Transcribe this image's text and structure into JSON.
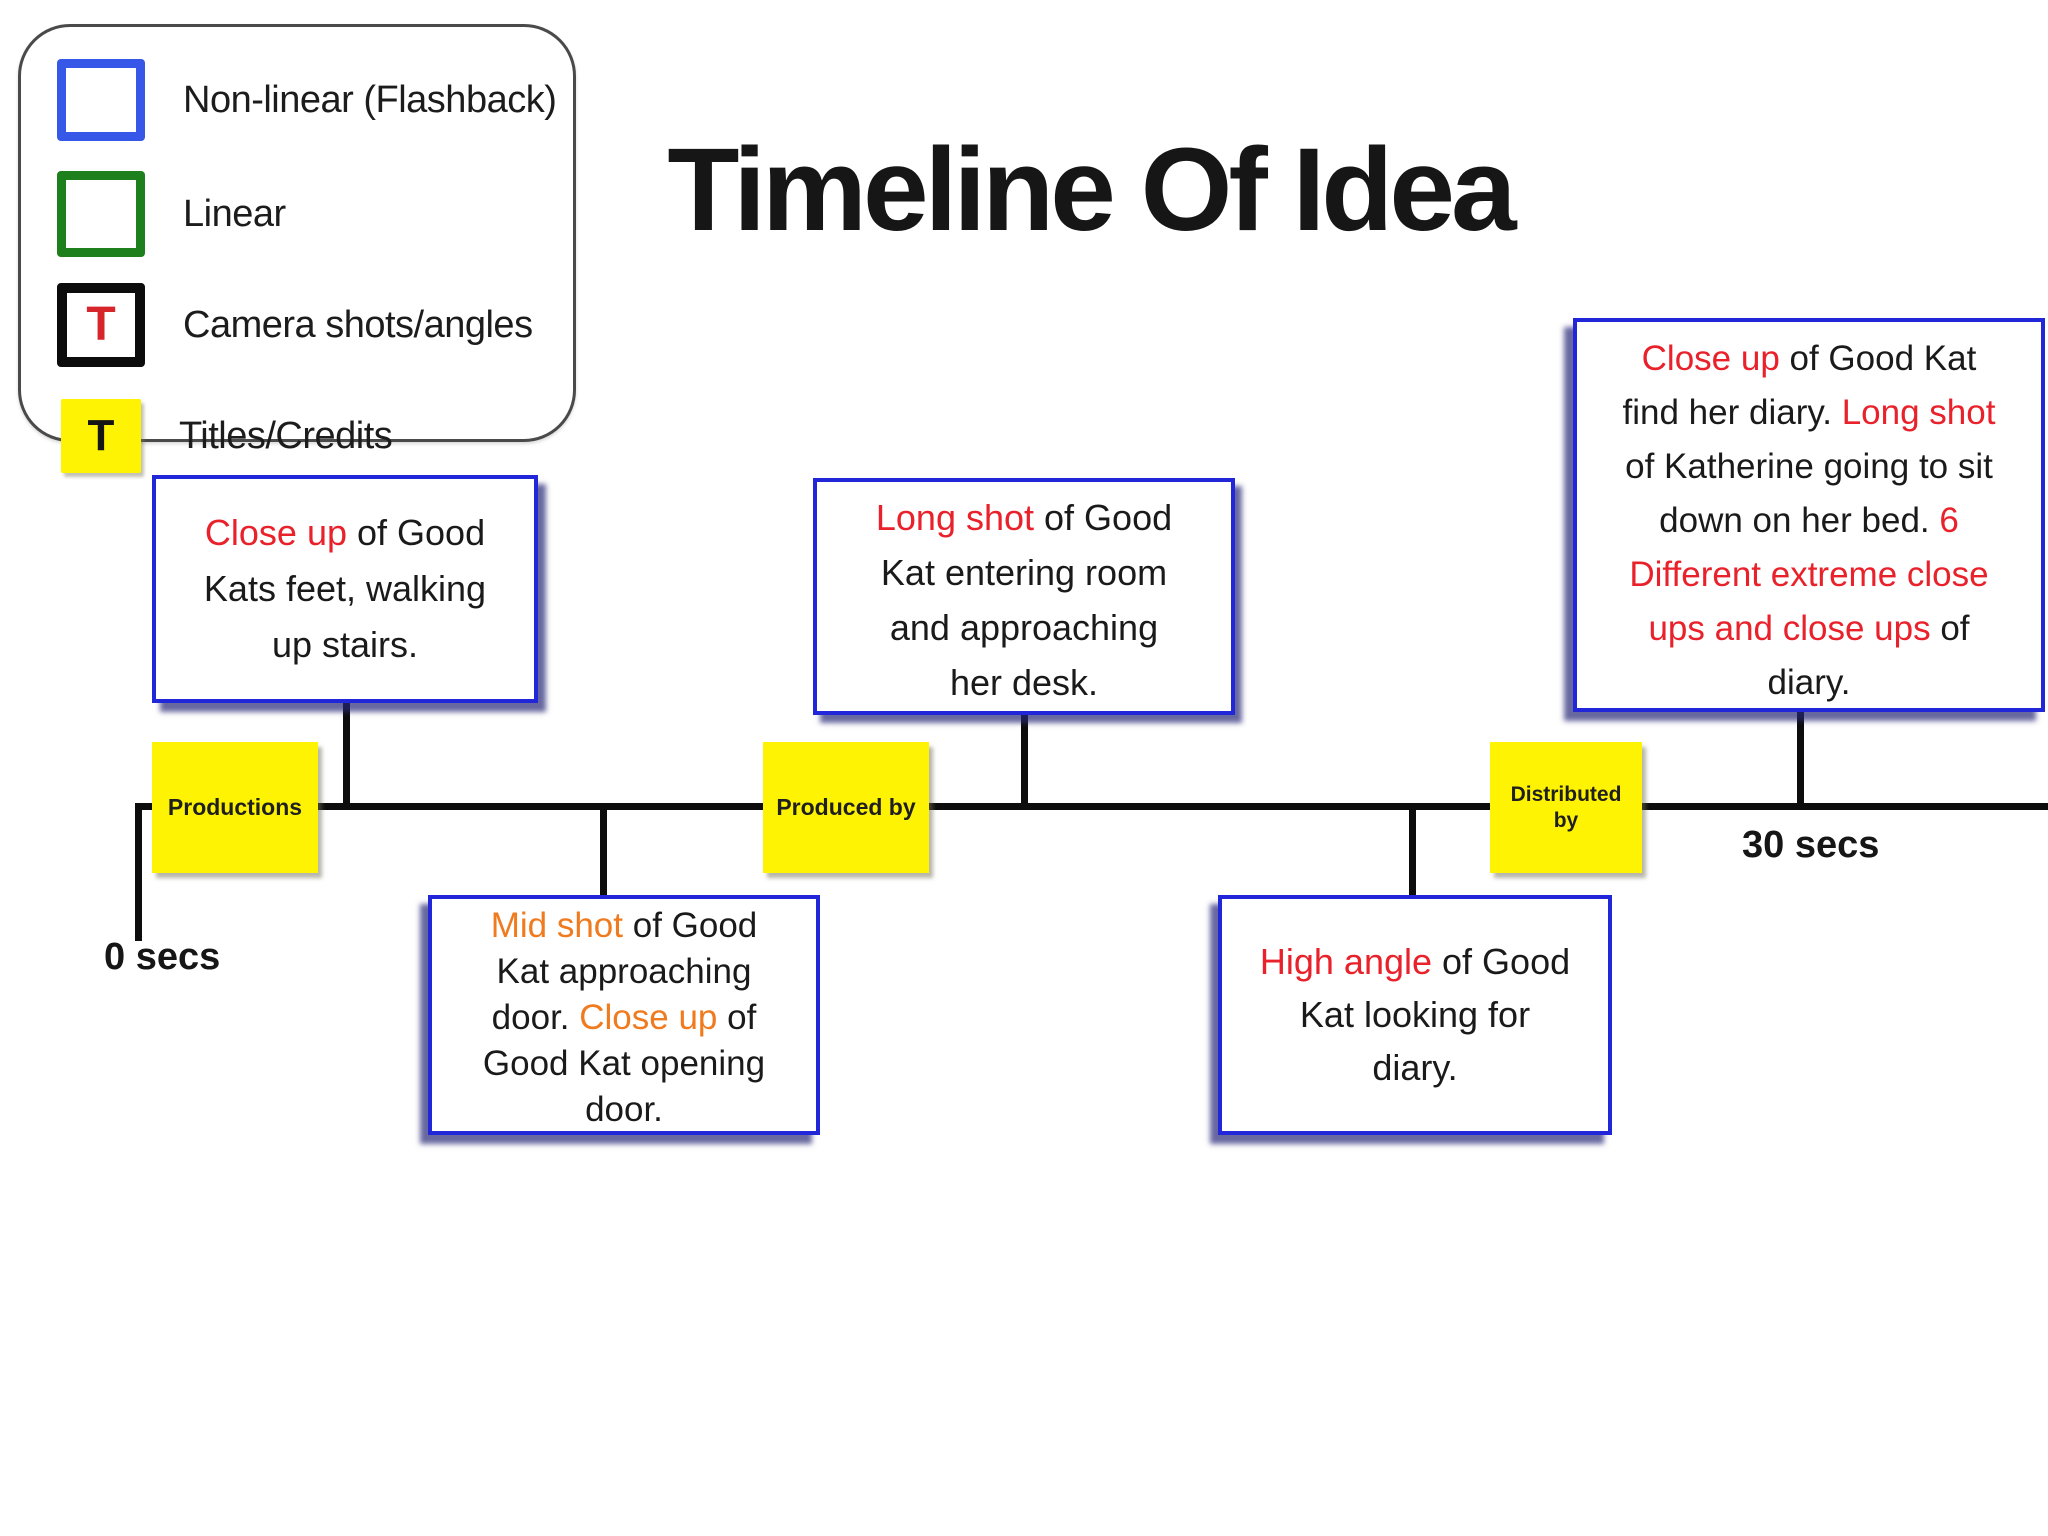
{
  "title": "Timeline Of Idea",
  "colors": {
    "red": "#e8212a",
    "orange": "#f07a1e",
    "black": "#1a1a1a",
    "note_border_blue": "#2127d8",
    "legend_blue": "#3757e8",
    "legend_green": "#1d801d",
    "stage_yellow": "#fdf303",
    "line_black": "#0d0d0d"
  },
  "legend": {
    "items": [
      {
        "swatch": "blue-outline",
        "glyph": "",
        "label": "Non-linear (Flashback)"
      },
      {
        "swatch": "green-outline",
        "glyph": "",
        "label": "Linear"
      },
      {
        "swatch": "black-outline",
        "glyph": "T",
        "label": "Camera shots/angles"
      },
      {
        "swatch": "yellow-fill",
        "glyph": "T",
        "label": "Titles/Credits"
      }
    ]
  },
  "timeline": {
    "start_label": "0 secs",
    "end_label": "30 secs",
    "stages": [
      {
        "label": "Productions"
      },
      {
        "label": "Produced by"
      },
      {
        "label": "Distributed by"
      }
    ]
  },
  "notes": {
    "box1": {
      "lines": [
        [
          {
            "t": "Close up",
            "c": "red"
          },
          {
            "t": " of Good",
            "c": "black"
          }
        ],
        [
          {
            "t": "Kats feet, walking",
            "c": "black"
          }
        ],
        [
          {
            "t": "up stairs.",
            "c": "black"
          }
        ]
      ]
    },
    "box2": {
      "lines": [
        [
          {
            "t": "Long shot",
            "c": "red"
          },
          {
            "t": " of Good",
            "c": "black"
          }
        ],
        [
          {
            "t": "Kat entering room",
            "c": "black"
          }
        ],
        [
          {
            "t": "and approaching",
            "c": "black"
          }
        ],
        [
          {
            "t": "her desk.",
            "c": "black"
          }
        ]
      ]
    },
    "box3": {
      "lines": [
        [
          {
            "t": "Close up",
            "c": "red"
          },
          {
            "t": " of Good Kat",
            "c": "black"
          }
        ],
        [
          {
            "t": "find her diary. ",
            "c": "black"
          },
          {
            "t": "Long shot",
            "c": "red"
          }
        ],
        [
          {
            "t": "of Katherine going to sit",
            "c": "black"
          }
        ],
        [
          {
            "t": "down on her bed. ",
            "c": "black"
          },
          {
            "t": "6",
            "c": "red"
          }
        ],
        [
          {
            "t": "Different extreme close",
            "c": "red"
          }
        ],
        [
          {
            "t": "ups and close ups",
            "c": "red"
          },
          {
            "t": " of",
            "c": "black"
          }
        ],
        [
          {
            "t": "diary.",
            "c": "black"
          }
        ]
      ]
    },
    "box4": {
      "lines": [
        [
          {
            "t": "Mid shot",
            "c": "orange"
          },
          {
            "t": " of Good",
            "c": "black"
          }
        ],
        [
          {
            "t": "Kat approaching",
            "c": "black"
          }
        ],
        [
          {
            "t": "door. ",
            "c": "black"
          },
          {
            "t": "Close up",
            "c": "orange"
          },
          {
            "t": " of",
            "c": "black"
          }
        ],
        [
          {
            "t": "Good Kat opening",
            "c": "black"
          }
        ],
        [
          {
            "t": "door.",
            "c": "black"
          }
        ]
      ]
    },
    "box5": {
      "lines": [
        [
          {
            "t": "High angle",
            "c": "red"
          },
          {
            "t": " of Good",
            "c": "black"
          }
        ],
        [
          {
            "t": "Kat looking for",
            "c": "black"
          }
        ],
        [
          {
            "t": "diary.",
            "c": "black"
          }
        ]
      ]
    }
  }
}
